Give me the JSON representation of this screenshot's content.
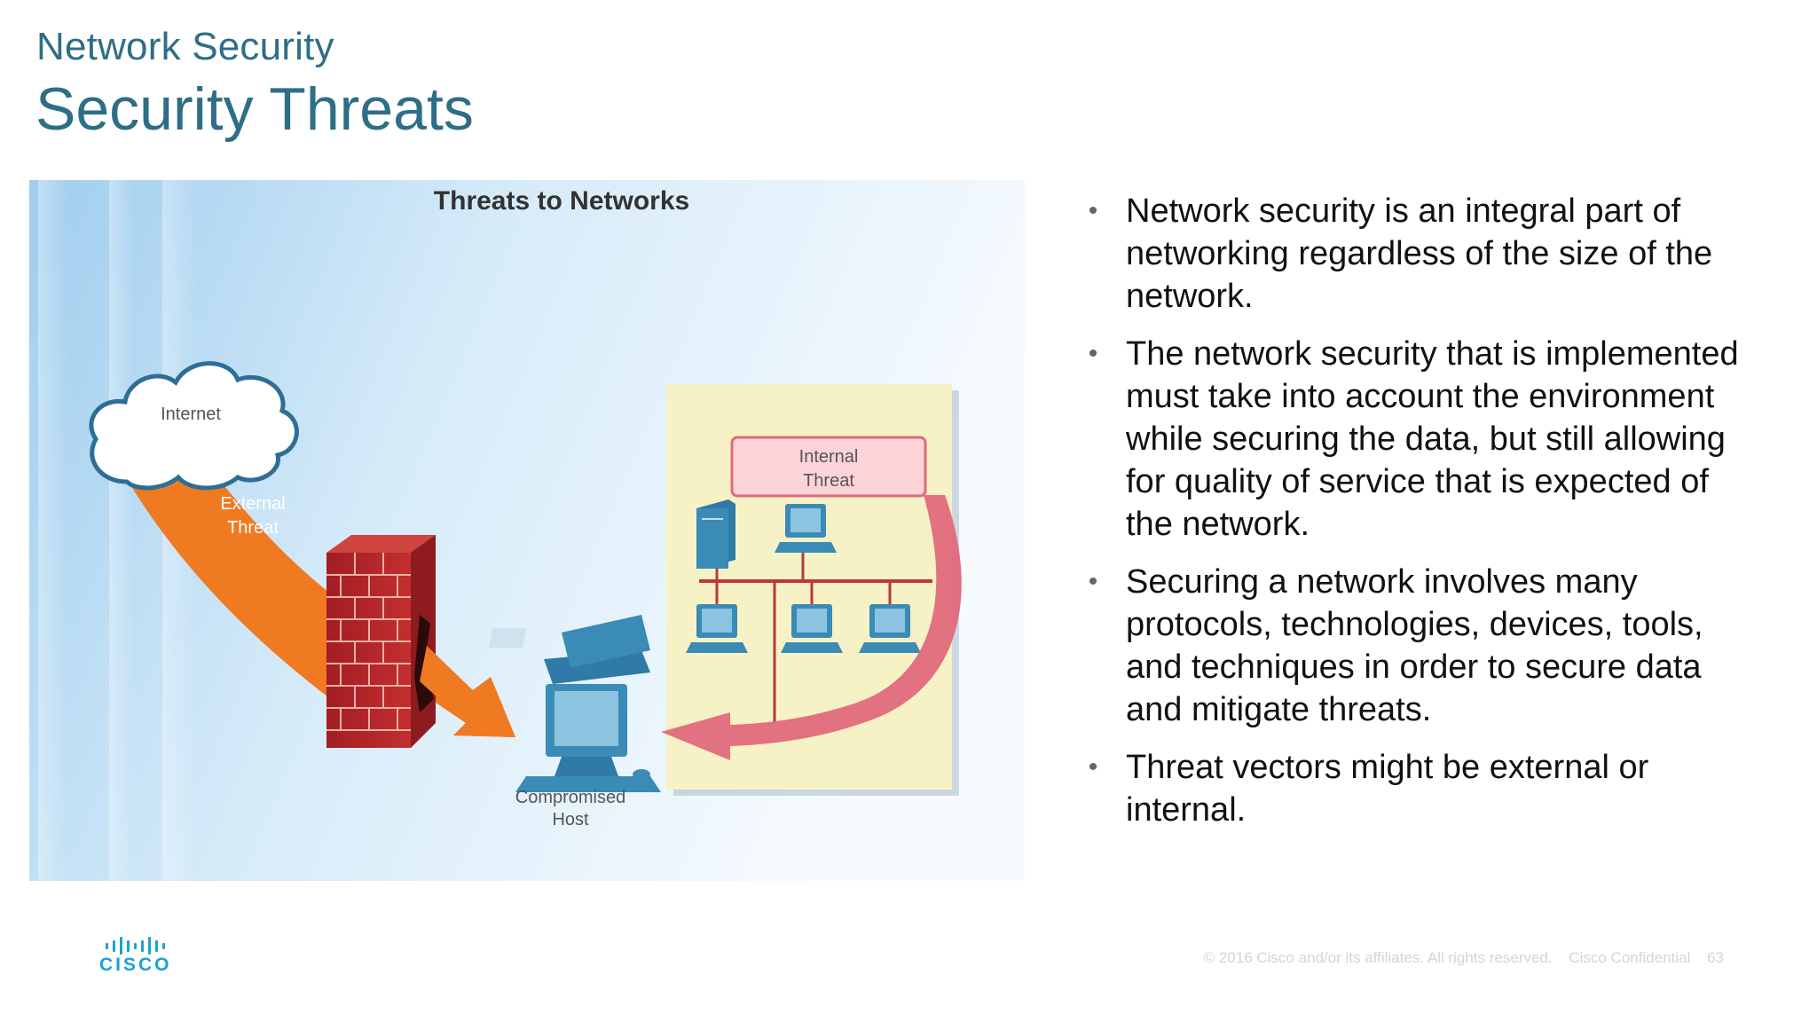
{
  "header": {
    "subtitle": "Network Security",
    "title": "Security Threats"
  },
  "figure": {
    "title": "Threats to Networks",
    "internet_label": "Internet",
    "external_label_line1": "External",
    "external_label_line2": "Threat",
    "internal_label_line1": "Internal",
    "internal_label_line2": "Threat",
    "host_label_line1": "Compromised",
    "host_label_line2": "Host",
    "colors": {
      "orange": "#f07a22",
      "pink_arrow": "#e06a7b",
      "brick": "#b5252b",
      "lan_background": "#f7f1c6",
      "device_blue": "#3a8bb5",
      "sky": "#cfe8f8"
    }
  },
  "bullets": [
    "Network security is an integral part of networking regardless of the size of the network.",
    "The network security that is implemented must take into account the environment while securing the data, but still allowing for quality of service that is expected of the network.",
    "Securing a network involves many protocols, technologies, devices, tools, and techniques in order to secure data and mitigate threats.",
    "Threat vectors might be external or internal."
  ],
  "bullet_marker": "•",
  "logo": {
    "word": "CISCO",
    "color": "#1ba0d7"
  },
  "footer": {
    "copyright": "© 2016  Cisco and/or its affiliates. All rights reserved.",
    "confidential": "Cisco Confidential",
    "page_number": "63"
  }
}
